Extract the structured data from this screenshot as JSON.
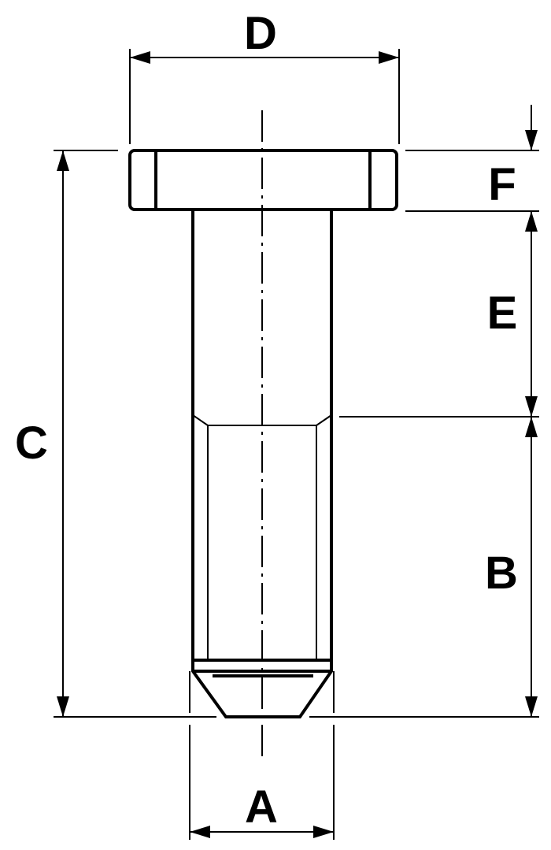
{
  "labels": {
    "A": "A",
    "B": "B",
    "C": "C",
    "D": "D",
    "E": "E",
    "F": "F"
  },
  "colors": {
    "line": "#000000",
    "background": "#ffffff"
  }
}
